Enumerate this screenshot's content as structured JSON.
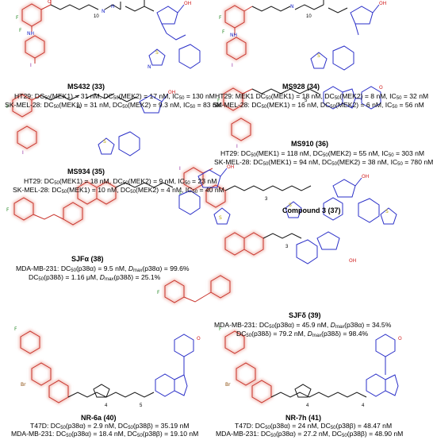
{
  "colors": {
    "warhead_bond": "#c8322a",
    "warhead_glow": "#f4c9c3",
    "ligand_bond": "#2a2fc8",
    "bond": "#111111",
    "nitrogen": "#1a27c8",
    "oxygen": "#d01818",
    "sulfur": "#b8a400",
    "fluorine": "#2a8a2a",
    "halogen_purple": "#8a1c9a"
  },
  "compounds": [
    {
      "id": "ms432",
      "name": "MS432 (33)",
      "lines": [
        "HT29: DC50(MEK1) = 31 nM, DC50(MEK2) = 17 nM, IC50 = 130 nM",
        "SK-MEL-28: DC50(MEK1) = 31 nM, DC50(MEK2) = 9.3 nM, IC50 = 83 nM"
      ],
      "linker_label": "10"
    },
    {
      "id": "ms928",
      "name": "MS928 (34)",
      "lines": [
        "HT29: MEK1 DC50(MEK1) = 18 nM, DC50(MEK2) = 8 nM, IC50 = 32 nM",
        "SK-MEL-28: DC50(MEK1) = 16 nM, DC50(MEK2) = 6 nM, IC50 = 56 nM"
      ],
      "linker_label": "10"
    },
    {
      "id": "ms934",
      "name": "MS934 (35)",
      "lines": [
        "HT29: DC50(MEK1) = 18 nM, DC50(MEK2) = 9 nM, IC50 = 23 nM",
        "SK-MEL-28: DC50(MEK1) = 10 nM, DC50(MEK2) = 4 nM, IC50 = 40 nM"
      ],
      "linker_label": "11"
    },
    {
      "id": "ms910",
      "name": "MS910 (36)",
      "lines": [
        "HT29: DC50(MEK1) = 118 nM, DC50(MEK2) = 55 nM, IC50 = 303 nM",
        "SK-MEL-28: DC50(MEK1) = 94 nM, DC50(MEK2) = 38 nM, IC50 = 780 nM"
      ],
      "linker_label": "5"
    },
    {
      "id": "cmp3",
      "name": "Compound 3 (37)",
      "lines": [],
      "linker_label": "3"
    },
    {
      "id": "sjfa",
      "name": "SJFα (38)",
      "lines": [
        "MDA-MB-231: DC50(p38α) = 9.5 nM, Dmax(p38α) = 99.6%",
        "DC50(p38δ) = 1.16 μM, Dmax(p38δ) = 25.1%"
      ],
      "linker_label": ""
    },
    {
      "id": "sjfd",
      "name": "SJFδ (39)",
      "lines": [
        "MDA-MB-231: DC50(p38α) = 45.9 nM, Dmax(p38α) = 34.5%",
        "DC50(p38δ) = 79.2 nM, Dmax(p38δ) = 98.4%"
      ],
      "linker_label": "3"
    },
    {
      "id": "nr6a",
      "name": "NR-6a (40)",
      "lines": [
        "T47D: DC50(p38α) = 2.9 nM, DC50(p38β) = 35.19 nM",
        "MDA-MB-231: DC50(p38α) = 18.4 nM, DC50(p38β) = 19.10 nM"
      ],
      "linker_label": "4",
      "linker_label_2": "5"
    },
    {
      "id": "nr7h",
      "name": "NR-7h (41)",
      "lines": [
        "T47D: DC50(p38α) = 24 nM, DC50(p38β) = 48.47 nM",
        "MDA-MB-231: DC50(p38α) = 27.2 nM, DC50(p38β) = 48.90 nM"
      ],
      "linker_label": "4",
      "linker_label_2": "4"
    }
  ]
}
